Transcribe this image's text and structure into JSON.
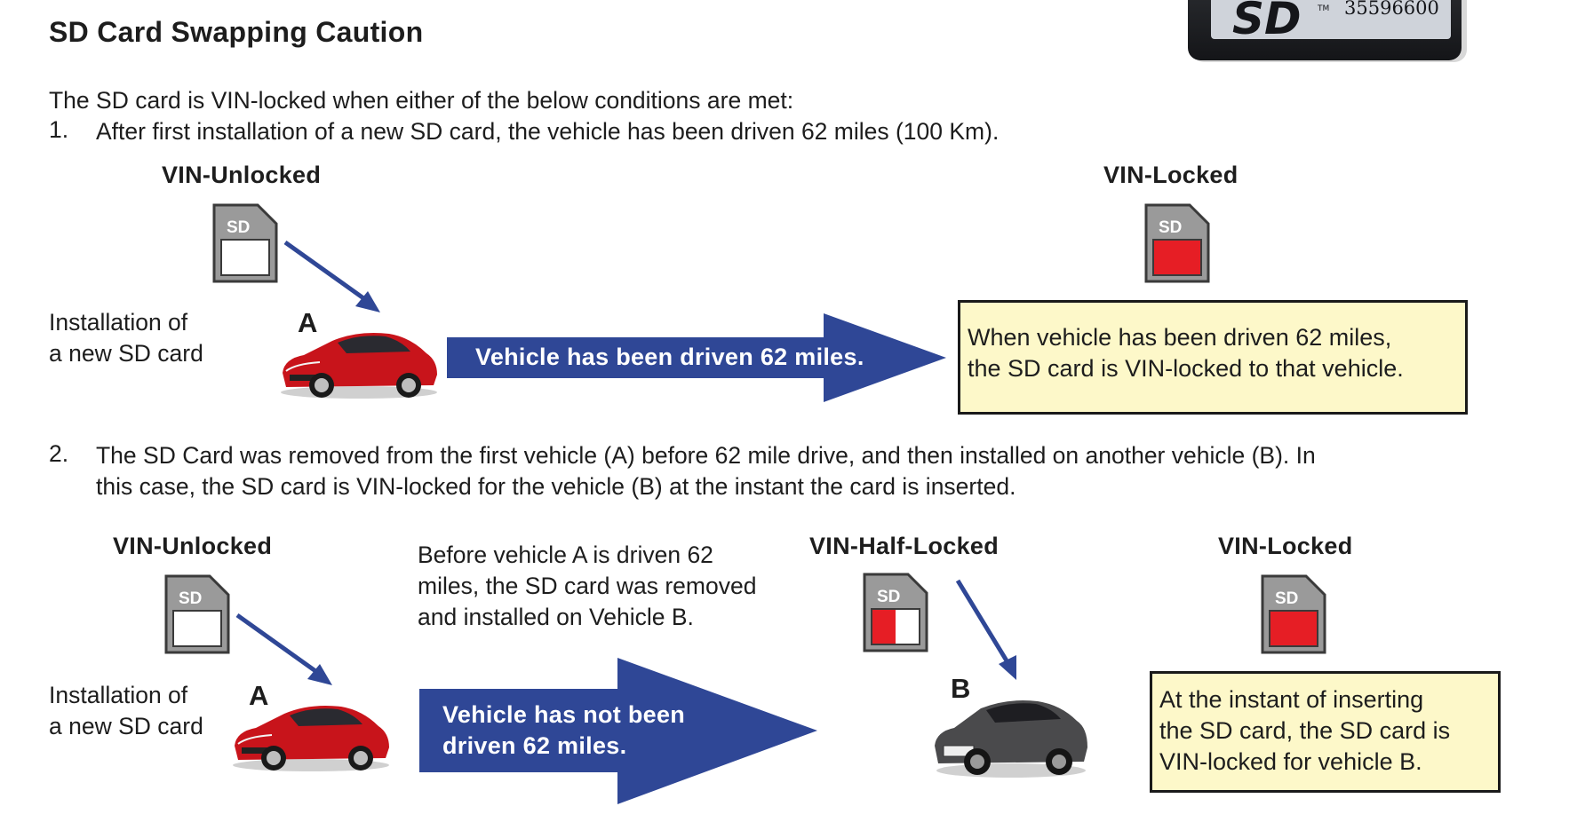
{
  "header": {
    "title": "SD Card Swapping Caution",
    "sd_photo_serial": "35596600",
    "sd_photo_tm": "TM",
    "sd_photo_logo": "SD"
  },
  "intro": "The SD card is VIN-locked when either of the below conditions are met:",
  "condition1": {
    "number": "1.",
    "text": "After first installation of a new SD card, the vehicle has been driven 62 miles (100 Km).",
    "unlocked_label": "VIN-Unlocked",
    "locked_label": "VIN-Locked",
    "sd_label": "SD",
    "install_line1": "Installation of",
    "install_line2": "a new SD card",
    "car_letter": "A",
    "arrow_text": "Vehicle has been driven 62 miles.",
    "note_line1": "When vehicle has been driven 62 miles,",
    "note_line2": "the SD card is VIN-locked to that vehicle."
  },
  "condition2": {
    "number": "2.",
    "text_line1": "The SD Card was removed from the first vehicle (A) before 62 mile drive, and then installed on another vehicle (B). In",
    "text_line2": "this case, the SD card is VIN-locked for the vehicle (B) at the instant the card is inserted.",
    "unlocked_label": "VIN-Unlocked",
    "half_locked_label": "VIN-Half-Locked",
    "locked_label": "VIN-Locked",
    "sd_label": "SD",
    "install_line1": "Installation of",
    "install_line2": "a new SD card",
    "car_a_letter": "A",
    "car_b_letter": "B",
    "removal_line1": "Before vehicle A is driven 62",
    "removal_line2": "miles, the SD card was removed",
    "removal_line3": "and installed on Vehicle B.",
    "arrow_line1": "Vehicle has not been",
    "arrow_line2": "driven 62 miles.",
    "note_line1": "At the instant of inserting",
    "note_line2": "the SD card, the SD card is",
    "note_line3": "VIN-locked for vehicle B."
  },
  "colors": {
    "arrow_blue": "#2f4796",
    "locked_red": "#e61e25",
    "note_bg": "#fdf8c9",
    "car_red": "#c8141b",
    "car_gray": "#4a4a4c"
  }
}
